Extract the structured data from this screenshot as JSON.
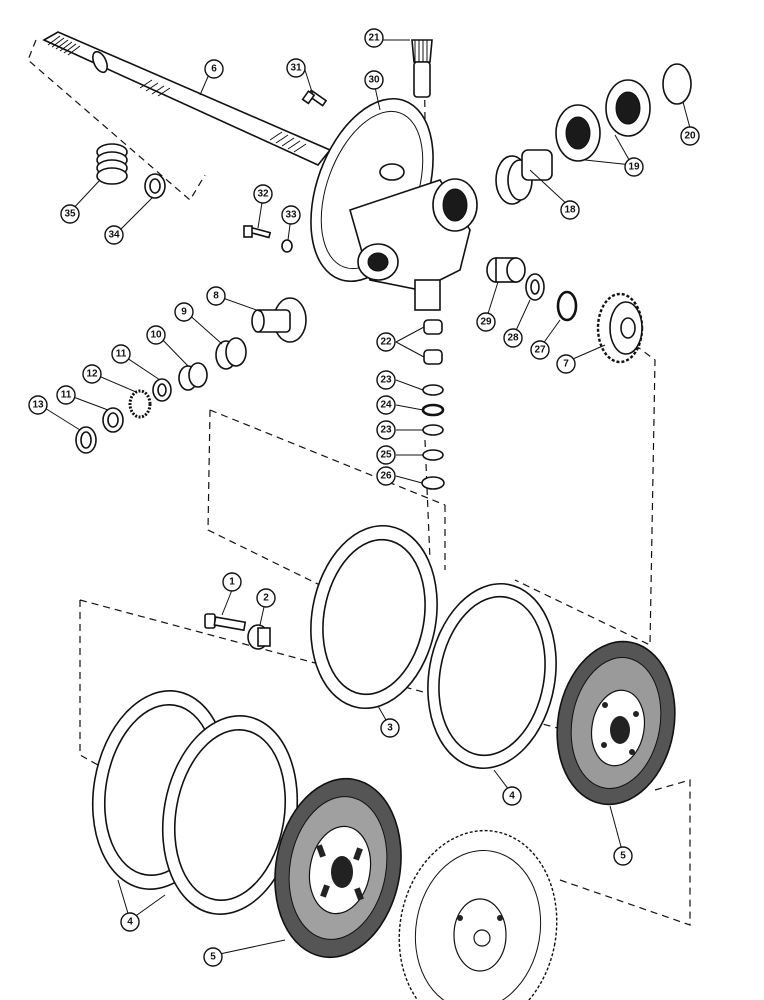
{
  "callouts": {
    "c1": "1",
    "c2": "2",
    "c3": "3",
    "c4a": "4",
    "c4b": "4",
    "c5a": "5",
    "c5b": "5",
    "c6": "6",
    "c7": "7",
    "c8": "8",
    "c9": "9",
    "c10": "10",
    "c11a": "11",
    "c11b": "11",
    "c12": "12",
    "c13": "13",
    "c18": "18",
    "c19": "19",
    "c20": "20",
    "c21": "21",
    "c22": "22",
    "c23a": "23",
    "c23b": "23",
    "c24": "24",
    "c25": "25",
    "c26": "26",
    "c27": "27",
    "c28": "28",
    "c29": "29",
    "c30": "30",
    "c31": "31",
    "c32": "32",
    "c33": "33",
    "c34": "34",
    "c35": "35"
  }
}
